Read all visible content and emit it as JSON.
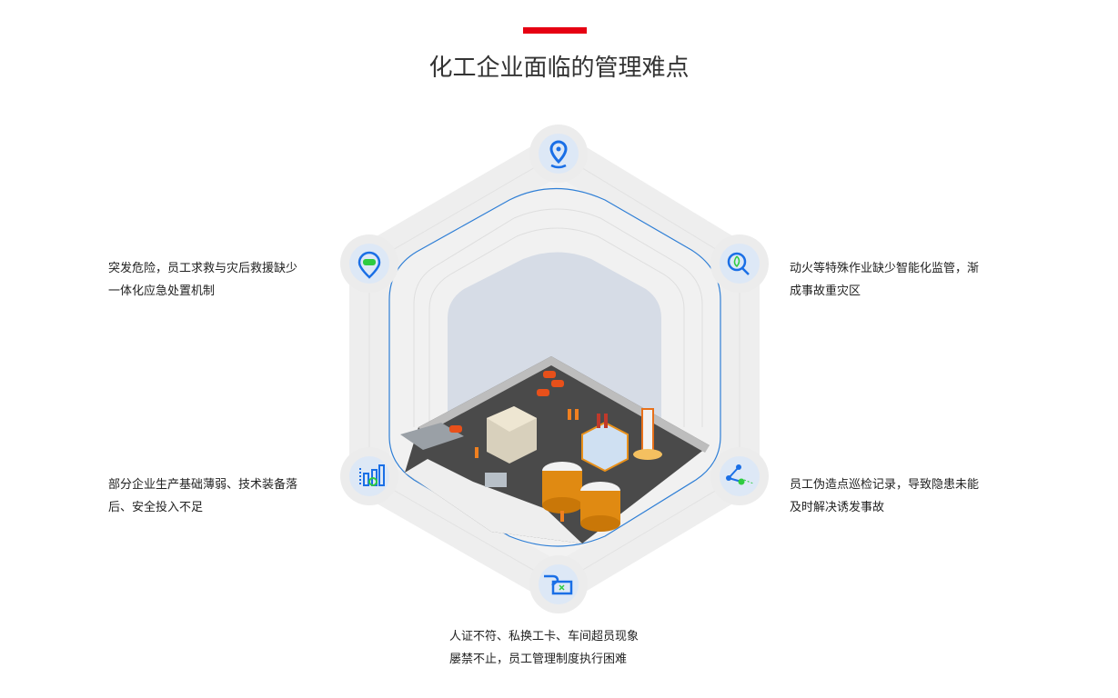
{
  "header": {
    "title": "化工企业面临的管理难点",
    "accent_color": "#e60012"
  },
  "points": [
    {
      "icon": "sos-location-icon",
      "lines": [
        "突发危险，员工求救与灾后救援缺少",
        "一体化应急处置机制"
      ]
    },
    {
      "icon": "fire-search-icon",
      "lines": [
        "动火等特殊作业缺少智能化监管，渐",
        "成事故重灾区"
      ]
    },
    {
      "icon": "bar-chart-search-icon",
      "lines": [
        "部分企业生产基础薄弱、技术装备落",
        "后、安全投入不足"
      ]
    },
    {
      "icon": "route-share-icon",
      "lines": [
        "员工伪造点巡检记录，导致隐患未能",
        "及时解决诱发事故"
      ]
    },
    {
      "icon": "card-swipe-icon",
      "lines": [
        "人证不符、私换工卡、车间超员现象",
        "屡禁不止，员工管理制度执行困难"
      ]
    }
  ],
  "top_icon": "location-pin-icon",
  "colors": {
    "icon_blue": "#1a6fe6",
    "icon_green": "#2ecc40",
    "band": "#efefef",
    "panel": "#d6dce6"
  }
}
